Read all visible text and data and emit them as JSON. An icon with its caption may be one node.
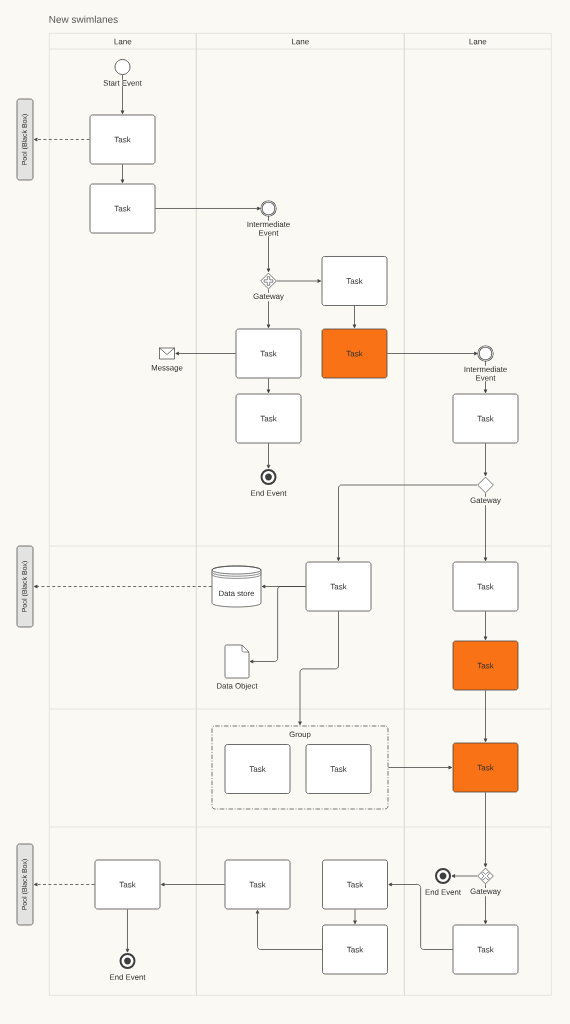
{
  "diagram": {
    "title": "New swimlanes",
    "nodes": [
      {
        "text": [
          "Lane"
        ]
      },
      {
        "text": [
          "Lane"
        ]
      },
      {
        "text": [
          "Lane"
        ]
      },
      {
        "text": [
          "Pool (Black Box)"
        ]
      },
      {
        "text": [],
        "shape": "circle",
        "beside": [
          "Start Event"
        ],
        "in": 0
      },
      {
        "text": [
          "Task"
        ],
        "in": 0
      },
      {
        "text": [
          "Task"
        ],
        "in": 0
      },
      {
        "text": [],
        "shape": "circle",
        "beside": [
          "Intermediate Event"
        ],
        "in": 1
      },
      {
        "text": [],
        "shape": "diamond",
        "beside": [
          "Gateway"
        ],
        "in": 1
      },
      {
        "text": [
          "Task"
        ],
        "in": 1
      },
      {
        "text": [],
        "shape": "envelope",
        "beside": [
          "Message"
        ],
        "in": 0
      },
      {
        "text": [
          "Task"
        ],
        "in": 1
      },
      {
        "text": [
          "Task"
        ],
        "in": 1
      },
      {
        "text": [],
        "shape": "circle",
        "beside": [
          "Intermediate Event"
        ],
        "in": 2
      },
      {
        "text": [
          "Task"
        ],
        "in": 1
      },
      {
        "text": [
          "Task"
        ],
        "in": 2
      },
      {
        "text": [],
        "shape": "circle",
        "beside": [
          "End Event"
        ],
        "in": 1
      },
      {
        "text": [],
        "shape": "diamond",
        "beside": [
          "Gateway"
        ],
        "in": 2
      },
      {
        "text": [
          "Pool (Black Box)"
        ]
      },
      {
        "text": [
          "Data store"
        ],
        "in": 1
      },
      {
        "text": [
          "Task"
        ],
        "in": 1
      },
      {
        "text": [
          "Task"
        ],
        "in": 2
      },
      {
        "text": [],
        "shape": "document",
        "beside": [
          "Data Object"
        ],
        "in": 1
      },
      {
        "text": [
          "Task"
        ],
        "in": 2
      },
      {
        "text": [
          "Group"
        ],
        "in": 1
      },
      {
        "text": [
          "Task"
        ],
        "in": 24
      },
      {
        "text": [
          "Task"
        ],
        "in": 24
      },
      {
        "text": [
          "Task"
        ],
        "in": 2
      },
      {
        "text": [
          "Pool (Black Box)"
        ]
      },
      {
        "text": [
          "Task"
        ],
        "in": 0
      },
      {
        "text": [
          "Task"
        ],
        "in": 1
      },
      {
        "text": [
          "Task"
        ],
        "in": 1
      },
      {
        "text": [],
        "shape": "circle",
        "beside": [
          "End Event"
        ],
        "in": 2
      },
      {
        "text": [],
        "shape": "diamond",
        "beside": [
          "Gateway"
        ],
        "in": 2
      },
      {
        "text": [
          "Task"
        ],
        "in": 1
      },
      {
        "text": [
          "Task"
        ],
        "in": 2
      },
      {
        "text": [],
        "shape": "circle",
        "beside": [
          "End Event"
        ],
        "in": 0
      }
    ],
    "edges": [
      {
        "from": 4,
        "to": 5,
        "arrow": "to"
      },
      {
        "from": 5,
        "to": 3,
        "arrow": "to",
        "style": "dashed"
      },
      {
        "from": 5,
        "to": 6,
        "arrow": "to"
      },
      {
        "from": 6,
        "to": 7,
        "arrow": "to"
      },
      {
        "from": 7,
        "to": 8,
        "arrow": "to"
      },
      {
        "from": 8,
        "to": 9,
        "arrow": "to"
      },
      {
        "from": 8,
        "to": 11,
        "arrow": "to"
      },
      {
        "from": 9,
        "to": 12,
        "arrow": "to"
      },
      {
        "from": 11,
        "to": 10,
        "arrow": "to"
      },
      {
        "from": 11,
        "to": 14,
        "arrow": "to"
      },
      {
        "from": 14,
        "to": 16,
        "arrow": "to"
      },
      {
        "from": 12,
        "to": 13,
        "arrow": "to"
      },
      {
        "from": 13,
        "to": 15,
        "arrow": "to"
      },
      {
        "from": 15,
        "to": 17,
        "arrow": "to"
      },
      {
        "from": 17,
        "to": 20,
        "arrow": "to"
      },
      {
        "from": 17,
        "to": 21,
        "arrow": "to"
      },
      {
        "from": 20,
        "to": 19,
        "arrow": "to"
      },
      {
        "from": 20,
        "to": 22,
        "arrow": "to"
      },
      {
        "from": 19,
        "to": 18,
        "arrow": "to",
        "style": "dashed"
      },
      {
        "from": 20,
        "to": 24,
        "arrow": "to"
      },
      {
        "from": 21,
        "to": 23,
        "arrow": "to"
      },
      {
        "from": 23,
        "to": 27,
        "arrow": "to"
      },
      {
        "from": 24,
        "to": 27,
        "arrow": "to"
      },
      {
        "from": 27,
        "to": 33,
        "arrow": "to"
      },
      {
        "from": 33,
        "to": 32,
        "arrow": "to"
      },
      {
        "from": 33,
        "to": 35,
        "arrow": "to"
      },
      {
        "from": 35,
        "to": 31,
        "arrow": "to"
      },
      {
        "from": 31,
        "to": 34,
        "arrow": "to"
      },
      {
        "from": 34,
        "to": 30,
        "arrow": "to"
      },
      {
        "from": 30,
        "to": 29,
        "arrow": "to"
      },
      {
        "from": 29,
        "to": 28,
        "arrow": "to",
        "style": "dashed"
      },
      {
        "from": 29,
        "to": 36,
        "arrow": "to"
      }
    ]
  }
}
